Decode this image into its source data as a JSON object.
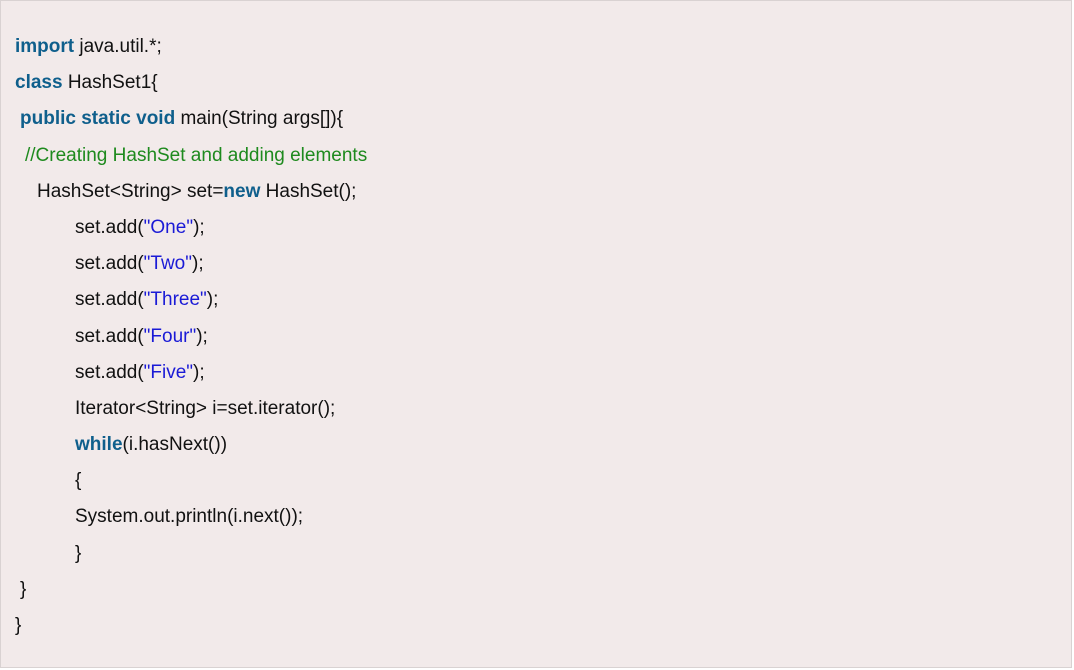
{
  "colors": {
    "background": "#f2eaea",
    "keyword": "#0f5f8c",
    "string": "#1a1ad6",
    "comment": "#1e8a1e",
    "text": "#111111"
  },
  "code_lines": [
    {
      "indent": 14,
      "tokens": [
        {
          "t": "kw",
          "text": "import"
        },
        {
          "t": "pl",
          "text": " java.util.*;"
        }
      ]
    },
    {
      "indent": 14,
      "tokens": [
        {
          "t": "kw",
          "text": "class"
        },
        {
          "t": "pl",
          "text": " HashSet1{"
        }
      ]
    },
    {
      "indent": 19,
      "tokens": [
        {
          "t": "kw",
          "text": "public static void"
        },
        {
          "t": "pl",
          "text": " main(String args[]){"
        }
      ]
    },
    {
      "indent": 24,
      "tokens": [
        {
          "t": "comment",
          "text": "//Creating HashSet and adding elements"
        }
      ]
    },
    {
      "indent": 36,
      "tokens": [
        {
          "t": "pl",
          "text": "HashSet<String> set="
        },
        {
          "t": "kw",
          "text": "new"
        },
        {
          "t": "pl",
          "text": " HashSet();"
        }
      ]
    },
    {
      "indent": 74,
      "tokens": [
        {
          "t": "pl",
          "text": "set.add("
        },
        {
          "t": "str",
          "text": "\"One\""
        },
        {
          "t": "pl",
          "text": ");"
        }
      ]
    },
    {
      "indent": 74,
      "tokens": [
        {
          "t": "pl",
          "text": "set.add("
        },
        {
          "t": "str",
          "text": "\"Two\""
        },
        {
          "t": "pl",
          "text": ");"
        }
      ]
    },
    {
      "indent": 74,
      "tokens": [
        {
          "t": "pl",
          "text": "set.add("
        },
        {
          "t": "str",
          "text": "\"Three\""
        },
        {
          "t": "pl",
          "text": ");"
        }
      ]
    },
    {
      "indent": 74,
      "tokens": [
        {
          "t": "pl",
          "text": "set.add("
        },
        {
          "t": "str",
          "text": "\"Four\""
        },
        {
          "t": "pl",
          "text": ");"
        }
      ]
    },
    {
      "indent": 74,
      "tokens": [
        {
          "t": "pl",
          "text": "set.add("
        },
        {
          "t": "str",
          "text": "\"Five\""
        },
        {
          "t": "pl",
          "text": ");"
        }
      ]
    },
    {
      "indent": 74,
      "tokens": [
        {
          "t": "pl",
          "text": "Iterator<String> i=set.iterator();"
        }
      ]
    },
    {
      "indent": 74,
      "tokens": [
        {
          "t": "kw",
          "text": "while"
        },
        {
          "t": "pl",
          "text": "(i.hasNext())"
        }
      ]
    },
    {
      "indent": 74,
      "tokens": [
        {
          "t": "pl",
          "text": "{"
        }
      ]
    },
    {
      "indent": 74,
      "tokens": [
        {
          "t": "pl",
          "text": "System.out.println(i.next());"
        }
      ]
    },
    {
      "indent": 74,
      "tokens": [
        {
          "t": "pl",
          "text": "}"
        }
      ]
    },
    {
      "indent": 19,
      "tokens": [
        {
          "t": "pl",
          "text": "}"
        }
      ]
    },
    {
      "indent": 14,
      "tokens": [
        {
          "t": "pl",
          "text": "}"
        }
      ]
    }
  ]
}
